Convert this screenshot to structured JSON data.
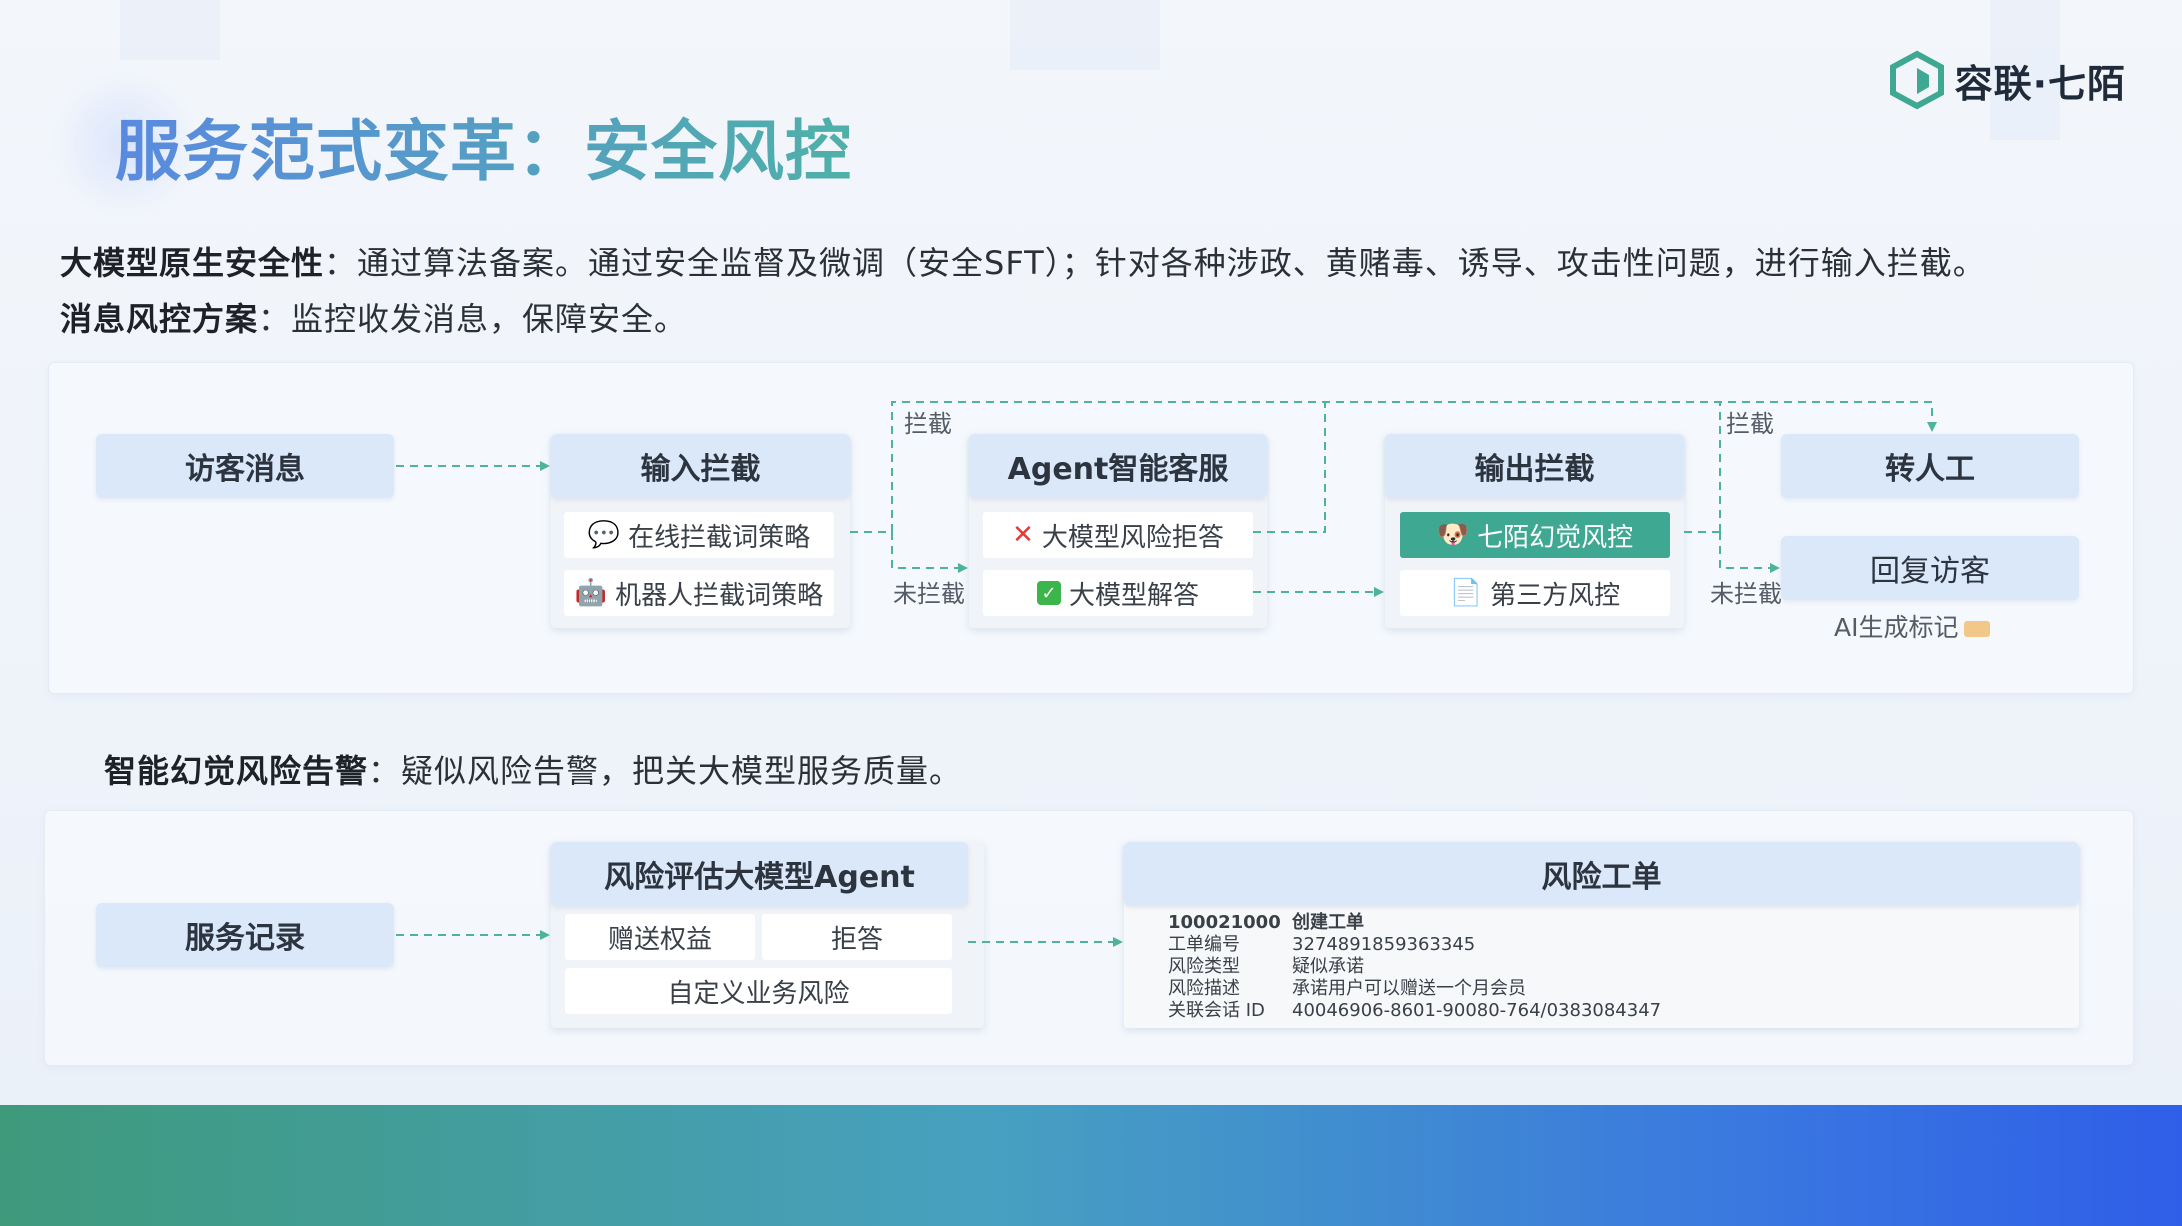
{
  "header": {
    "title": "服务范式变革：安全风控",
    "logo_text": "容联·七陌"
  },
  "intro": {
    "line1_bold": "大模型原生安全性",
    "line1_text": "：通过算法备案。通过安全监督及微调（安全SFT）；针对各种涉政、黄赌毒、诱导、攻击性问题，进行输入拦截。",
    "line2_bold": "消息风控方案",
    "line2_text": "：监控收发消息，保障安全。"
  },
  "flow1": {
    "visitor_msg": "访客消息",
    "input_intercept": {
      "title": "输入拦截",
      "items": [
        "在线拦截词策略",
        "机器人拦截词策略"
      ]
    },
    "agent": {
      "title": "Agent智能客服",
      "items": [
        "大模型风险拒答",
        "大模型解答"
      ]
    },
    "output_intercept": {
      "title": "输出拦截",
      "items": [
        "七陌幻觉风控",
        "第三方风控"
      ]
    },
    "transfer": "转人工",
    "reply": "回复访客",
    "ai_mark": "AI生成标记",
    "labels": {
      "intercept1": "拦截",
      "not_intercept1": "未拦截",
      "intercept2": "拦截",
      "not_intercept2": "未拦截"
    }
  },
  "section2": {
    "heading_bold": "智能幻觉风险告警",
    "heading_text": "：疑似风险告警，把关大模型服务质量。"
  },
  "flow2": {
    "service_record": "服务记录",
    "risk_agent": {
      "title": "风险评估大模型Agent",
      "items": [
        "赠送权益",
        "拒答",
        "自定义业务风险"
      ]
    },
    "ticket": {
      "title": "风险工单",
      "rows": [
        {
          "k": "100021000",
          "v": "创建工单"
        },
        {
          "k": "工单编号",
          "v": "3274891859363345"
        },
        {
          "k": "风险类型",
          "v": "疑似承诺"
        },
        {
          "k": "风险描述",
          "v": "承诺用户可以赠送一个月会员"
        },
        {
          "k": "关联会话 ID",
          "v": "40046906-8601-90080-764/0383084347"
        }
      ]
    }
  },
  "colors": {
    "accent_green": "#3fa892",
    "header_blue": "#dbe8f9",
    "arrow": "#4fb39a"
  }
}
